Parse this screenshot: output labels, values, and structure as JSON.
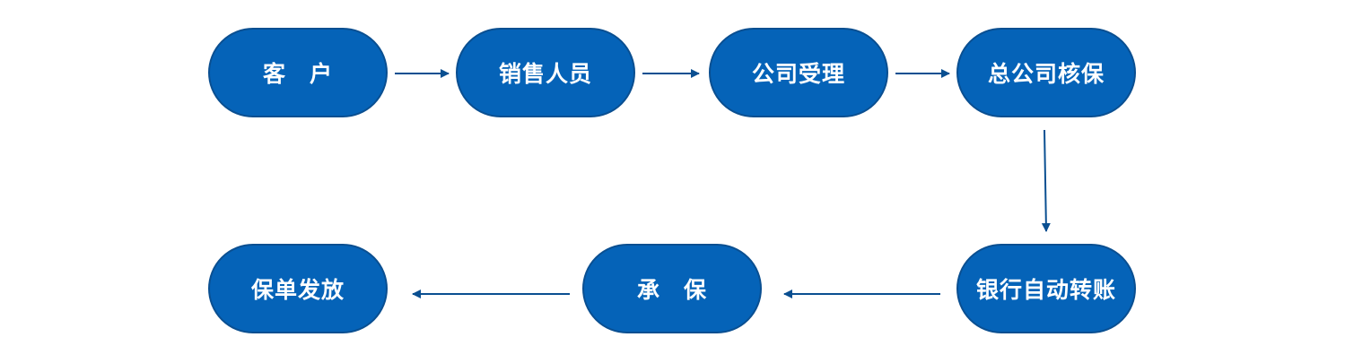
{
  "nodes": {
    "customer": "客　户",
    "sales": "销售人员",
    "company_accept": "公司受理",
    "hq_review": "总公司核保",
    "bank_transfer": "银行自动转账",
    "underwrite": "承　保",
    "policy_issue": "保单发放"
  },
  "colors": {
    "node_fill": "#0563b8",
    "node_border": "#0a4f91",
    "arrow": "#0a4f91",
    "text": "#ffffff"
  }
}
